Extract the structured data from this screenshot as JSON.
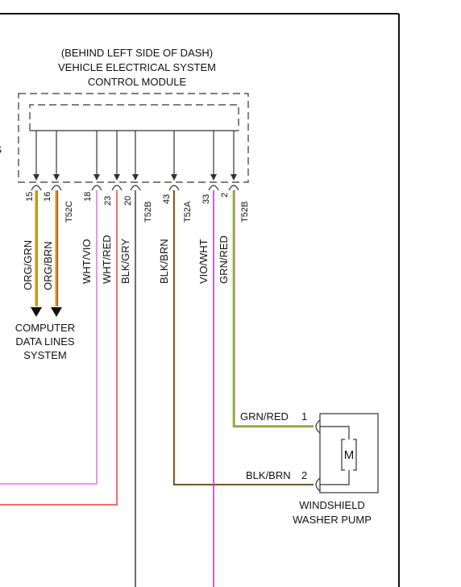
{
  "module": {
    "title_line1": "(BEHIND LEFT SIDE OF DASH)",
    "title_line2": "VEHICLE ELECTRICAL SYSTEM",
    "title_line3": "CONTROL MODULE",
    "edge_fragment": "S"
  },
  "pins": [
    {
      "number": "15",
      "connector": ""
    },
    {
      "number": "16",
      "connector": "T52C"
    },
    {
      "number": "18",
      "connector": ""
    },
    {
      "number": "23",
      "connector": ""
    },
    {
      "number": "20",
      "connector": "T52B"
    },
    {
      "number": "43",
      "connector": "T52A"
    },
    {
      "number": "33",
      "connector": ""
    },
    {
      "number": "2",
      "connector": "T52B"
    }
  ],
  "wires": [
    {
      "label": "ORG/GRN",
      "color_a": "#f08c00",
      "color_b": "#6ab04c"
    },
    {
      "label": "ORG/BRN",
      "color_a": "#f08c00",
      "color_b": "#8b5a2b"
    },
    {
      "label": "WHT/VIO",
      "color_a": "#e070e8"
    },
    {
      "label": "WHT/RED",
      "color_a": "#e8403a"
    },
    {
      "label": "BLK/GRY",
      "color_a": "#222222"
    },
    {
      "label": "BLK/BRN",
      "color_a": "#5a4020"
    },
    {
      "label": "VIO/WHT",
      "color_a": "#cc33cc"
    },
    {
      "label": "GRN/RED",
      "color_a": "#7abf3a",
      "color_b": "#d04020"
    }
  ],
  "computer_data": {
    "line1": "COMPUTER",
    "line2": "DATA LINES",
    "line3": "SYSTEM"
  },
  "pump": {
    "wire1_label": "GRN/RED",
    "wire1_pin": "1",
    "wire2_label": "BLK/BRN",
    "wire2_pin": "2",
    "motor_symbol": "M",
    "name_line1": "WINDSHIELD",
    "name_line2": "WASHER PUMP"
  }
}
